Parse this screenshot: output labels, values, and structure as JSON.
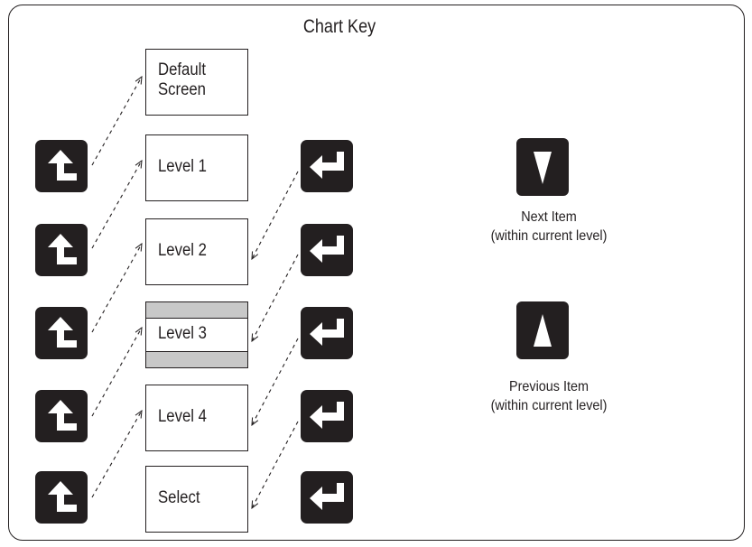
{
  "title": "Chart Key",
  "boxes": {
    "default": "Default\nScreen",
    "level1": "Level 1",
    "level2": "Level 2",
    "level3": "Level 3",
    "level4": "Level 4",
    "select": "Select"
  },
  "legend": {
    "next": {
      "icon": "down-triangle-icon",
      "line1": "Next Item",
      "line2": "(within current level)"
    },
    "previous": {
      "icon": "up-triangle-icon",
      "line1": "Previous Item",
      "line2": "(within current level)"
    }
  },
  "icons": {
    "left_keys": "back-up-arrow-icon",
    "right_keys": "enter-arrow-icon"
  },
  "colors": {
    "ink": "#231f20",
    "highlight": "#c8c8c8"
  }
}
